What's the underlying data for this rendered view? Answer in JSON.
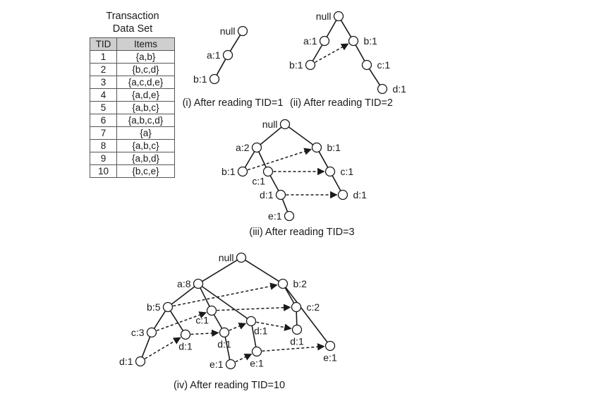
{
  "table": {
    "title_line1": "Transaction",
    "title_line2": "Data Set",
    "headers": [
      "TID",
      "Items"
    ],
    "rows": [
      [
        "1",
        "{a,b}"
      ],
      [
        "2",
        "{b,c,d}"
      ],
      [
        "3",
        "{a,c,d,e}"
      ],
      [
        "4",
        "{a,d,e}"
      ],
      [
        "5",
        "{a,b,c}"
      ],
      [
        "6",
        "{a,b,c,d}"
      ],
      [
        "7",
        "{a}"
      ],
      [
        "8",
        "{a,b,c}"
      ],
      [
        "9",
        "{a,b,d}"
      ],
      [
        "10",
        "{b,c,e}"
      ]
    ]
  },
  "trees": [
    {
      "id": "i",
      "caption": "(i) After reading TID=1",
      "nodes": [
        {
          "id": "null",
          "label": "null"
        },
        {
          "id": "a",
          "label": "a:1"
        },
        {
          "id": "b",
          "label": "b:1"
        }
      ],
      "edges": [
        [
          "null",
          "a"
        ],
        [
          "a",
          "b"
        ]
      ],
      "links": []
    },
    {
      "id": "ii",
      "caption": "(ii) After reading TID=2",
      "nodes": [
        {
          "id": "null",
          "label": "null"
        },
        {
          "id": "a",
          "label": "a:1"
        },
        {
          "id": "b1",
          "label": "b:1"
        },
        {
          "id": "b2",
          "label": "b:1"
        },
        {
          "id": "c",
          "label": "c:1"
        },
        {
          "id": "d",
          "label": "d:1"
        }
      ],
      "edges": [
        [
          "null",
          "a"
        ],
        [
          "a",
          "b1"
        ],
        [
          "null",
          "b2"
        ],
        [
          "b2",
          "c"
        ],
        [
          "c",
          "d"
        ]
      ],
      "links": [
        [
          "b1",
          "b2"
        ]
      ]
    },
    {
      "id": "iii",
      "caption": "(iii) After reading TID=3",
      "nodes": [
        {
          "id": "null",
          "label": "null"
        },
        {
          "id": "a",
          "label": "a:2"
        },
        {
          "id": "b1",
          "label": "b:1"
        },
        {
          "id": "c1",
          "label": "c:1"
        },
        {
          "id": "d1",
          "label": "d:1"
        },
        {
          "id": "e1",
          "label": "e:1"
        },
        {
          "id": "b2",
          "label": "b:1"
        },
        {
          "id": "c2",
          "label": "c:1"
        },
        {
          "id": "d2",
          "label": "d:1"
        }
      ],
      "edges": [
        [
          "null",
          "a"
        ],
        [
          "a",
          "b1"
        ],
        [
          "a",
          "c1"
        ],
        [
          "c1",
          "d1"
        ],
        [
          "d1",
          "e1"
        ],
        [
          "null",
          "b2"
        ],
        [
          "b2",
          "c2"
        ],
        [
          "c2",
          "d2"
        ]
      ],
      "links": [
        [
          "b1",
          "b2"
        ],
        [
          "c1",
          "c2"
        ],
        [
          "d1",
          "d2"
        ]
      ]
    },
    {
      "id": "iv",
      "caption": "(iv) After reading TID=10",
      "nodes": [
        {
          "id": "null",
          "label": "null"
        },
        {
          "id": "a",
          "label": "a:8"
        },
        {
          "id": "b5",
          "label": "b:5"
        },
        {
          "id": "c3",
          "label": "c:3"
        },
        {
          "id": "d1a",
          "label": "d:1"
        },
        {
          "id": "d1b",
          "label": "d:1"
        },
        {
          "id": "c1",
          "label": "c:1"
        },
        {
          "id": "d1c",
          "label": "d:1"
        },
        {
          "id": "e1a",
          "label": "e:1"
        },
        {
          "id": "d1d",
          "label": "d:1"
        },
        {
          "id": "e1b",
          "label": "e:1"
        },
        {
          "id": "b2",
          "label": "b:2"
        },
        {
          "id": "c2",
          "label": "c:2"
        },
        {
          "id": "d1e",
          "label": "d:1"
        },
        {
          "id": "e1c",
          "label": "e:1"
        }
      ],
      "edges": [
        [
          "null",
          "a"
        ],
        [
          "a",
          "b5"
        ],
        [
          "b5",
          "c3"
        ],
        [
          "c3",
          "d1a"
        ],
        [
          "b5",
          "d1b"
        ],
        [
          "a",
          "c1"
        ],
        [
          "c1",
          "d1c"
        ],
        [
          "d1c",
          "e1a"
        ],
        [
          "a",
          "d1d"
        ],
        [
          "d1d",
          "e1b"
        ],
        [
          "null",
          "b2"
        ],
        [
          "b2",
          "c2"
        ],
        [
          "c2",
          "d1e"
        ],
        [
          "b2",
          "e1c"
        ]
      ],
      "links": [
        [
          "b5",
          "b2"
        ],
        [
          "c3",
          "c1"
        ],
        [
          "c1",
          "c2"
        ],
        [
          "d1a",
          "d1b"
        ],
        [
          "d1b",
          "d1c"
        ],
        [
          "d1c",
          "d1d"
        ],
        [
          "d1d",
          "d1e"
        ],
        [
          "e1a",
          "e1b"
        ],
        [
          "e1b",
          "e1c"
        ]
      ]
    }
  ]
}
